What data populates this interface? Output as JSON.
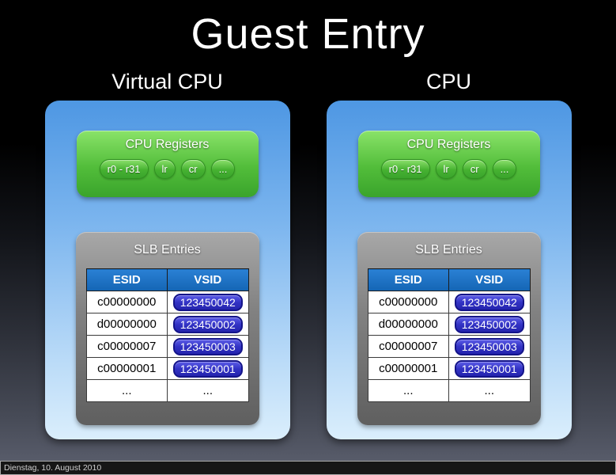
{
  "slide": {
    "title": "Guest Entry",
    "footer": "Dienstag, 10. August 2010"
  },
  "panels": [
    {
      "heading": "Virtual CPU",
      "registers": {
        "title": "CPU Registers",
        "pills": [
          "r0 - r31",
          "lr",
          "cr",
          "..."
        ]
      },
      "slb": {
        "title": "SLB Entries",
        "columns": [
          "ESID",
          "VSID"
        ],
        "rows": [
          {
            "esid": "c00000000",
            "vsid": "123450042"
          },
          {
            "esid": "d00000000",
            "vsid": "123450002"
          },
          {
            "esid": "c00000007",
            "vsid": "123450003"
          },
          {
            "esid": "c00000001",
            "vsid": "123450001"
          }
        ],
        "ellipsis": "..."
      }
    },
    {
      "heading": "CPU",
      "registers": {
        "title": "CPU Registers",
        "pills": [
          "r0 - r31",
          "lr",
          "cr",
          "..."
        ]
      },
      "slb": {
        "title": "SLB Entries",
        "columns": [
          "ESID",
          "VSID"
        ],
        "rows": [
          {
            "esid": "c00000000",
            "vsid": "123450042"
          },
          {
            "esid": "d00000000",
            "vsid": "123450002"
          },
          {
            "esid": "c00000007",
            "vsid": "123450003"
          },
          {
            "esid": "c00000001",
            "vsid": "123450001"
          }
        ],
        "ellipsis": "..."
      }
    }
  ],
  "colors": {
    "panel-blue-top": "#4e97e3",
    "panel-blue-bottom": "#daeefc",
    "green-top": "#8ae369",
    "green-bottom": "#3aa42c",
    "gray-top": "#a8a8a8",
    "gray-bottom": "#5f5f5f",
    "table-header-blue": "#1465b4",
    "vsid-pill-blue": "#3333c4"
  }
}
